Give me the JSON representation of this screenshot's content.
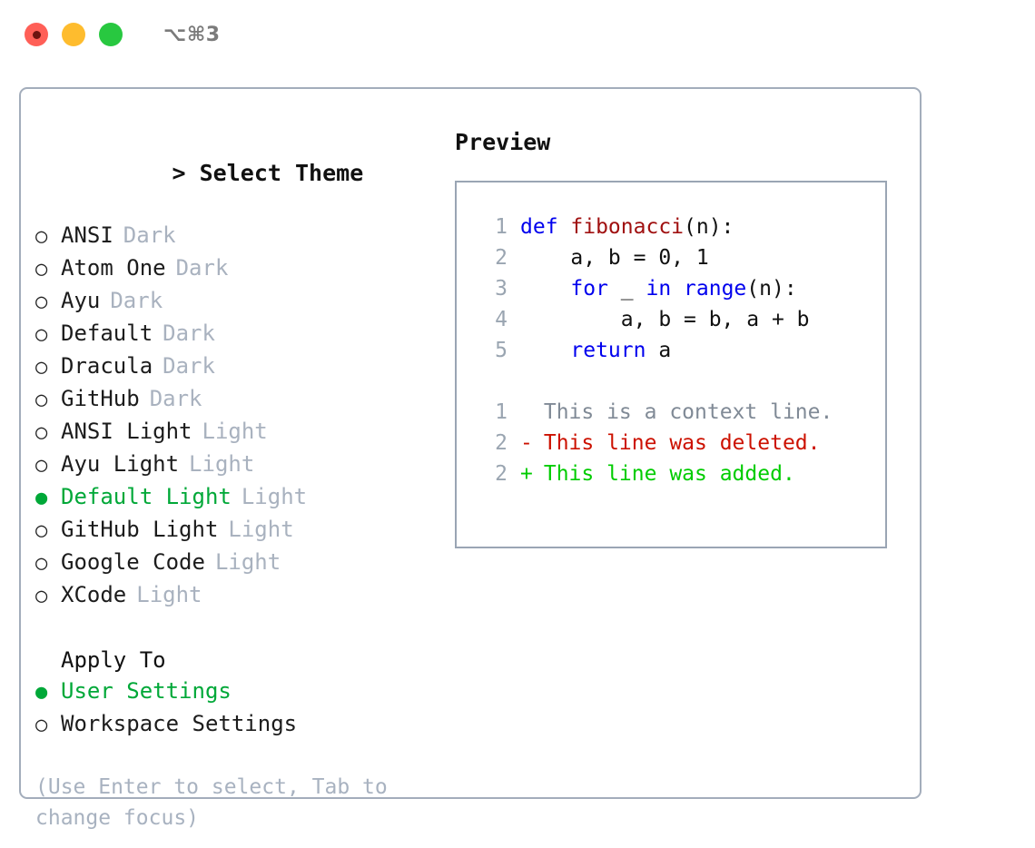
{
  "titlebar": {
    "shortcut": "⌥⌘3",
    "buttons": [
      {
        "name": "close",
        "color": "#ff5f57"
      },
      {
        "name": "minimize",
        "color": "#febc2e"
      },
      {
        "name": "maximize",
        "color": "#28c840"
      }
    ]
  },
  "theme_picker": {
    "caret": "> ",
    "title": "Select Theme",
    "marker_selected": "●",
    "marker_unselected": "○",
    "items": [
      {
        "label": "ANSI",
        "suffix": "Dark",
        "selected": false
      },
      {
        "label": "Atom One",
        "suffix": "Dark",
        "selected": false
      },
      {
        "label": "Ayu",
        "suffix": "Dark",
        "selected": false
      },
      {
        "label": "Default",
        "suffix": "Dark",
        "selected": false
      },
      {
        "label": "Dracula",
        "suffix": "Dark",
        "selected": false
      },
      {
        "label": "GitHub",
        "suffix": "Dark",
        "selected": false
      },
      {
        "label": "ANSI Light",
        "suffix": "Light",
        "selected": false
      },
      {
        "label": "Ayu Light",
        "suffix": "Light",
        "selected": false
      },
      {
        "label": "Default Light",
        "suffix": "Light",
        "selected": true
      },
      {
        "label": "GitHub Light",
        "suffix": "Light",
        "selected": false
      },
      {
        "label": "Google Code",
        "suffix": "Light",
        "selected": false
      },
      {
        "label": "XCode",
        "suffix": "Light",
        "selected": false
      }
    ]
  },
  "apply_to": {
    "title": "Apply To",
    "items": [
      {
        "label": "User Settings",
        "selected": true
      },
      {
        "label": "Workspace Settings",
        "selected": false
      }
    ]
  },
  "hint": "(Use Enter to select, Tab to change focus)",
  "preview": {
    "title": "Preview",
    "code_lines": [
      {
        "no": "1",
        "tokens": [
          {
            "t": "def ",
            "c": "kw"
          },
          {
            "t": "fibonacci",
            "c": "fn"
          },
          {
            "t": "(n):",
            "c": "plain"
          }
        ]
      },
      {
        "no": "2",
        "tokens": [
          {
            "t": "    a, b = 0, 1",
            "c": "plain"
          }
        ]
      },
      {
        "no": "3",
        "tokens": [
          {
            "t": "    ",
            "c": "plain"
          },
          {
            "t": "for",
            "c": "kw"
          },
          {
            "t": " _ ",
            "c": "plain"
          },
          {
            "t": "in",
            "c": "kw"
          },
          {
            "t": " ",
            "c": "plain"
          },
          {
            "t": "range",
            "c": "kw"
          },
          {
            "t": "(n):",
            "c": "plain"
          }
        ]
      },
      {
        "no": "4",
        "tokens": [
          {
            "t": "        a, b = b, a + b",
            "c": "plain"
          }
        ]
      },
      {
        "no": "5",
        "tokens": [
          {
            "t": "    ",
            "c": "plain"
          },
          {
            "t": "return",
            "c": "kw"
          },
          {
            "t": " a",
            "c": "plain"
          }
        ]
      }
    ],
    "diff_lines": [
      {
        "no": "1",
        "sign": " ",
        "text": "This is a context line.",
        "kind": "ctx"
      },
      {
        "no": "2",
        "sign": "-",
        "text": "This line was deleted.",
        "kind": "del"
      },
      {
        "no": "2",
        "sign": "+",
        "text": "This line was added.",
        "kind": "add"
      }
    ]
  },
  "colors": {
    "accent_green": "#00a838",
    "muted": "#a9b2bf",
    "border": "#a3adbb",
    "keyword": "#0000ee",
    "function": "#a01010",
    "diff_del": "#cc1100",
    "diff_add": "#00cc00"
  }
}
